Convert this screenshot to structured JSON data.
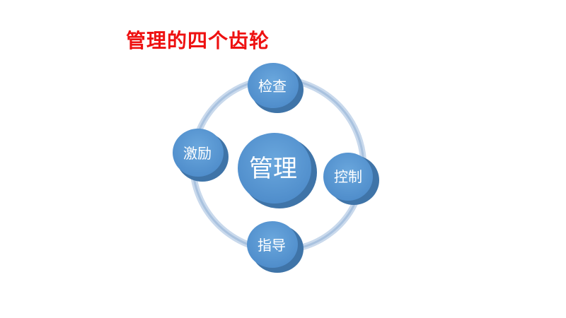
{
  "title": "管理的四个齿轮",
  "center": {
    "label": "管理"
  },
  "nodes": [
    {
      "id": "inspect",
      "label": "检查"
    },
    {
      "id": "control",
      "label": "控制"
    },
    {
      "id": "guide",
      "label": "指导"
    },
    {
      "id": "motivate",
      "label": "激励"
    }
  ],
  "colors": {
    "title": "#ee1111",
    "node_face": "#5b9bd5",
    "node_side": "#3f74a8",
    "ring": "#b8cde4",
    "label": "#ffffff"
  }
}
